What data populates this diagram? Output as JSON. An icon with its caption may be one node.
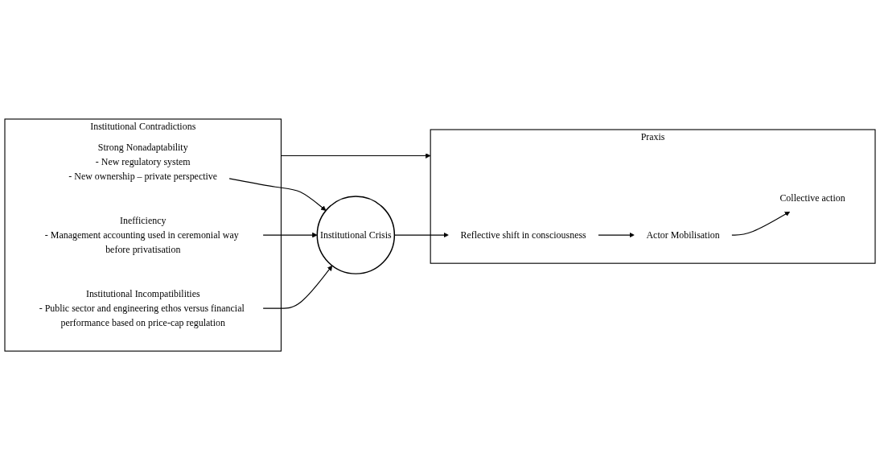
{
  "diagram": {
    "nodes": [
      {
        "text": [
          "Institutional Contradictions"
        ]
      },
      {
        "text": [
          "Strong Nonadaptability",
          "- New regulatory system",
          "- New ownership – private perspective"
        ],
        "in": 0
      },
      {
        "text": [
          "Inefficiency",
          "- Management accounting used in ceremonial way before privatisation"
        ],
        "in": 0
      },
      {
        "text": [
          "Institutional Incompatibilities",
          "- Public sector and engineering ethos versus financial performance based on price-cap regulation"
        ],
        "in": 0
      },
      {
        "text": [
          "Institutional Crisis"
        ]
      },
      {
        "text": [
          "Praxis"
        ]
      },
      {
        "text": [
          "Collective action"
        ],
        "in": 5
      },
      {
        "text": [
          "Actor Mobilisation"
        ],
        "in": 5
      },
      {
        "text": [
          "Reflective shift in consciousness"
        ],
        "in": 5
      }
    ],
    "edges": [
      {
        "from": 0,
        "to": 5,
        "arrow": "to"
      },
      {
        "from": 1,
        "to": 4,
        "arrow": "to"
      },
      {
        "from": 2,
        "to": 4,
        "arrow": "to"
      },
      {
        "from": 3,
        "to": 4,
        "arrow": "to"
      },
      {
        "from": 4,
        "to": 8,
        "arrow": "to"
      },
      {
        "from": 8,
        "to": 7,
        "arrow": "to"
      },
      {
        "from": 7,
        "to": 6,
        "arrow": "to"
      }
    ]
  }
}
